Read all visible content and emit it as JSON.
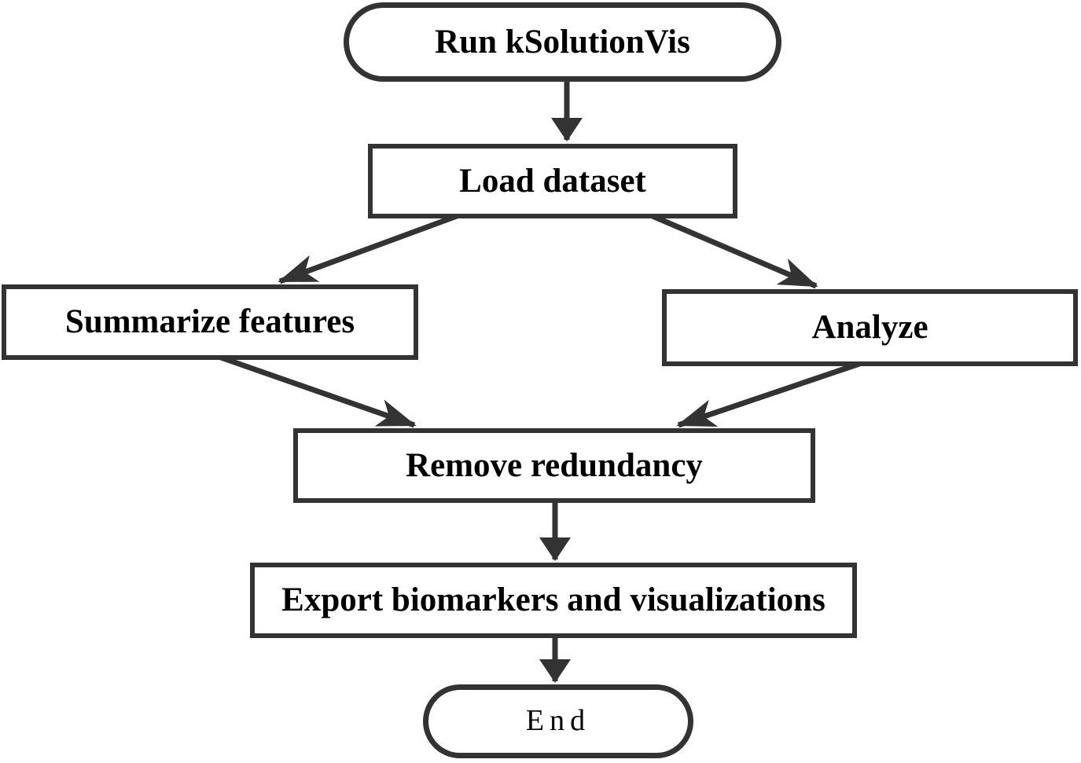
{
  "diagram": {
    "type": "flowchart",
    "nodes": {
      "start": {
        "label": "Run kSolutionVis",
        "shape": "terminator"
      },
      "load": {
        "label": "Load dataset",
        "shape": "process"
      },
      "summarize": {
        "label": "Summarize features",
        "shape": "process"
      },
      "analyze": {
        "label": "Analyze",
        "shape": "process"
      },
      "remove": {
        "label": "Remove redundancy",
        "shape": "process"
      },
      "export": {
        "label": "Export biomarkers and visualizations",
        "shape": "process"
      },
      "end": {
        "label": "End",
        "shape": "terminator"
      }
    },
    "edges": [
      {
        "from": "start",
        "to": "load"
      },
      {
        "from": "load",
        "to": "summarize"
      },
      {
        "from": "load",
        "to": "analyze"
      },
      {
        "from": "summarize",
        "to": "remove"
      },
      {
        "from": "analyze",
        "to": "remove"
      },
      {
        "from": "remove",
        "to": "export"
      },
      {
        "from": "export",
        "to": "end"
      }
    ],
    "colors": {
      "stroke": "#333333",
      "text": "#000000",
      "background": "#ffffff"
    }
  }
}
